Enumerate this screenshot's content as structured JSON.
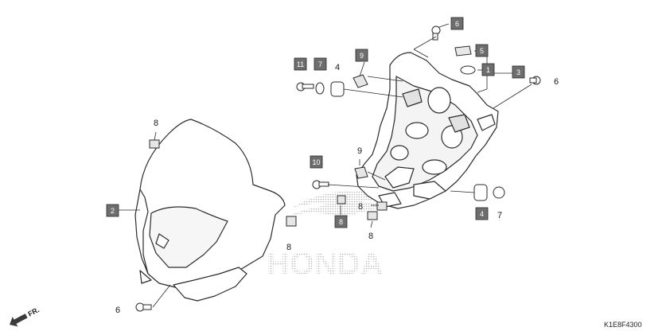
{
  "watermark": "HONDA",
  "diagram_code": "K1E8F4300",
  "direction_label": "FR.",
  "colors": {
    "line": "#2a2a2a",
    "box_fill": "#6e6e6e",
    "box_text": "#ffffff",
    "watermark": "#bdbdbd"
  },
  "boxed_labels": [
    "11",
    "7",
    "9",
    "6",
    "5",
    "1",
    "3",
    "10",
    "2",
    "8",
    "4"
  ],
  "plain_labels": [
    "4",
    "6",
    "8",
    "9",
    "8",
    "8",
    "8",
    "7",
    "6"
  ]
}
